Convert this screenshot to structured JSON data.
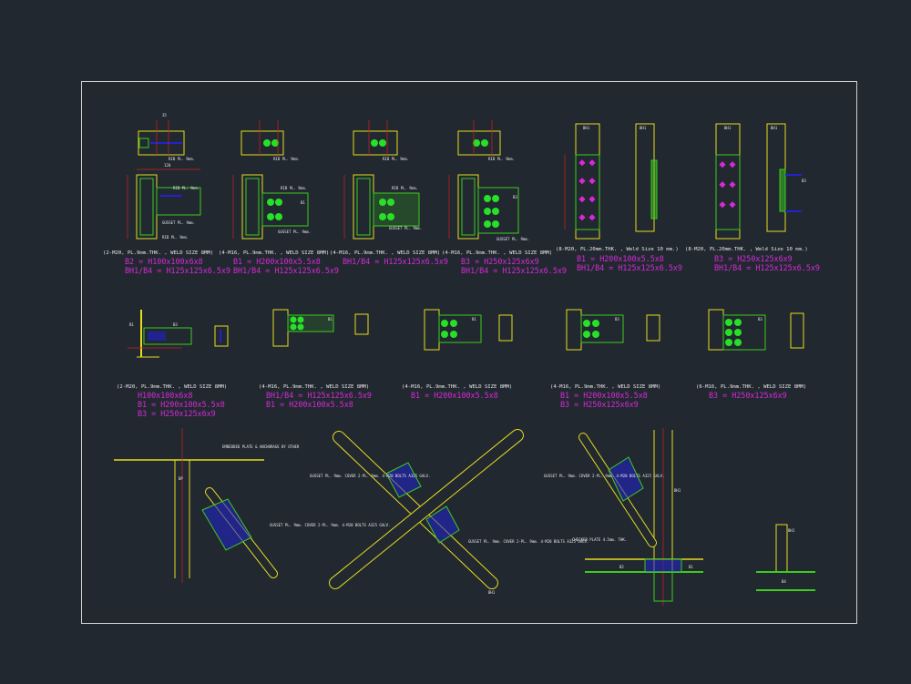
{
  "colors": {
    "background": "#212830",
    "border": "#d0d0d0",
    "steel_yellow": "#e6dc1e",
    "plate_green": "#3ccc1e",
    "dimension_red": "#d62020",
    "bolt_blue": "#2222d0",
    "bolt_green": "#27e027",
    "note_magenta": "#d829d8",
    "annotation_white": "#e8e8e8"
  },
  "row1": {
    "details": [
      {
        "caption": "(2-M20, PL.9mm.THK. , WELD SIZE 8MM)",
        "spec1": "B2 = H100x100x6x8",
        "spec2": "BH1/B4 = H125x125x6.5x9"
      },
      {
        "caption": "(4-M16, PL.9mm.THK. , WELD SIZE 8MM)",
        "spec1": "B1 = H200x100x5.5x8",
        "spec2": "BH1/B4 = H125x125x6.5x9"
      },
      {
        "caption": "(4-M16, PL.9mm.THK. , WELD SIZE 8MM)",
        "spec1": "BH1/B4 = H125x125x6.5x9",
        "spec2": ""
      },
      {
        "caption": "(4-M16, PL.9mm.THK. , WELD SIZE 8MM)",
        "spec1": "B3 = H250x125x6x9",
        "spec2": "BH1/B4 = H125x125x6.5x9"
      },
      {
        "caption": "(8-M20, PL.20mm.THK. , Weld Size 10 mm.)",
        "spec1": "B1 = H200x100x5.5x8",
        "spec2": "BH1/B4 = H125x125x6.5x9"
      },
      {
        "caption": "(8-M20, PL.20mm.THK. , Weld Size 10 mm.)",
        "spec1": "B3 = H250x125x6x9",
        "spec2": "BH1/B4 = H125x125x6.5x9"
      }
    ]
  },
  "row2": {
    "details": [
      {
        "caption": "(2-M20, PL.9mm.THK. , WELD SIZE 8MM)",
        "specs": [
          "H100x100x6x8",
          "B1 = H200x100x5.5x8",
          "B3 = H250x125x6x9"
        ]
      },
      {
        "caption": "(4-M16, PL.9mm.THK. , WELD SIZE 8MM)",
        "specs": [
          "BH1/B4 = H125x125x6.5x9",
          "B1 = H200x100x5.5x8"
        ]
      },
      {
        "caption": "(4-M16, PL.9mm.THK. , WELD SIZE 8MM)",
        "specs": [
          "B1 = H200x100x5.5x8"
        ]
      },
      {
        "caption": "(4-M16, PL.9mm.THK. , WELD SIZE 8MM)",
        "specs": [
          "B1 = H200x100x5.5x8",
          "B3 = H250x125x6x9"
        ]
      },
      {
        "caption": "(6-M16, PL.9mm.THK. , WELD SIZE 8MM)",
        "specs": [
          "B3 = H250x125x6x9"
        ]
      }
    ]
  },
  "labels": {
    "rib": "RIB PL. 9mm.",
    "gusset": "GUSSET PL. 9mm.",
    "bh1": "BH1",
    "b1": "B1",
    "b2": "B2",
    "b3": "B3",
    "b4": "B4",
    "bp": "BP",
    "embedded": "EMBEDDED PLATE & ANCHORAGE BY OTHER",
    "gusset_bolts": "GUSSET PL. 9mm. COVER 2-PL. 9mm. 4-M20 BOLTS A325 GALV.",
    "checker": "CHECKER PLATE 4.5mm. THK."
  }
}
